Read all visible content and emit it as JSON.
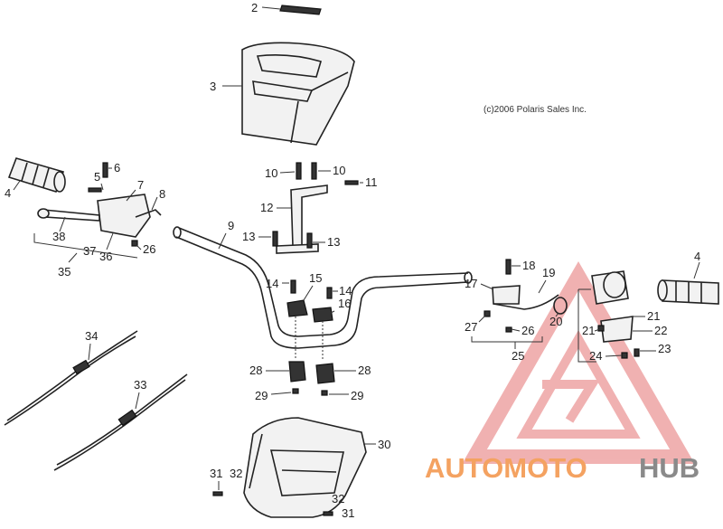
{
  "copyright": "(c)2006 Polaris Sales Inc.",
  "watermark": {
    "text_orange": "AUTOMOTO",
    "text_gray": "HUB",
    "color_orange": "#f4a261",
    "color_gray": "#8a8a8a",
    "color_logo": "#e57373"
  },
  "callouts": {
    "c2": "2",
    "c3": "3",
    "c4l": "4",
    "c4r": "4",
    "c5": "5",
    "c6": "6",
    "c7": "7",
    "c8": "8",
    "c9": "9",
    "c10a": "10",
    "c10b": "10",
    "c11": "11",
    "c12": "12",
    "c13a": "13",
    "c13b": "13",
    "c14a": "14",
    "c14b": "14",
    "c15": "15",
    "c16": "16",
    "c17": "17",
    "c18": "18",
    "c19": "19",
    "c20": "20",
    "c21a": "21",
    "c21b": "21",
    "c22": "22",
    "c23": "23",
    "c24": "24",
    "c25": "25",
    "c26a": "26",
    "c26b": "26",
    "c27": "27",
    "c28a": "28",
    "c28b": "28",
    "c29a": "29",
    "c29b": "29",
    "c30": "30",
    "c31a": "31",
    "c31b": "31",
    "c32a": "32",
    "c32b": "32",
    "c33": "33",
    "c34": "34",
    "c35": "35",
    "c36": "36",
    "c37": "37",
    "c38": "38"
  }
}
